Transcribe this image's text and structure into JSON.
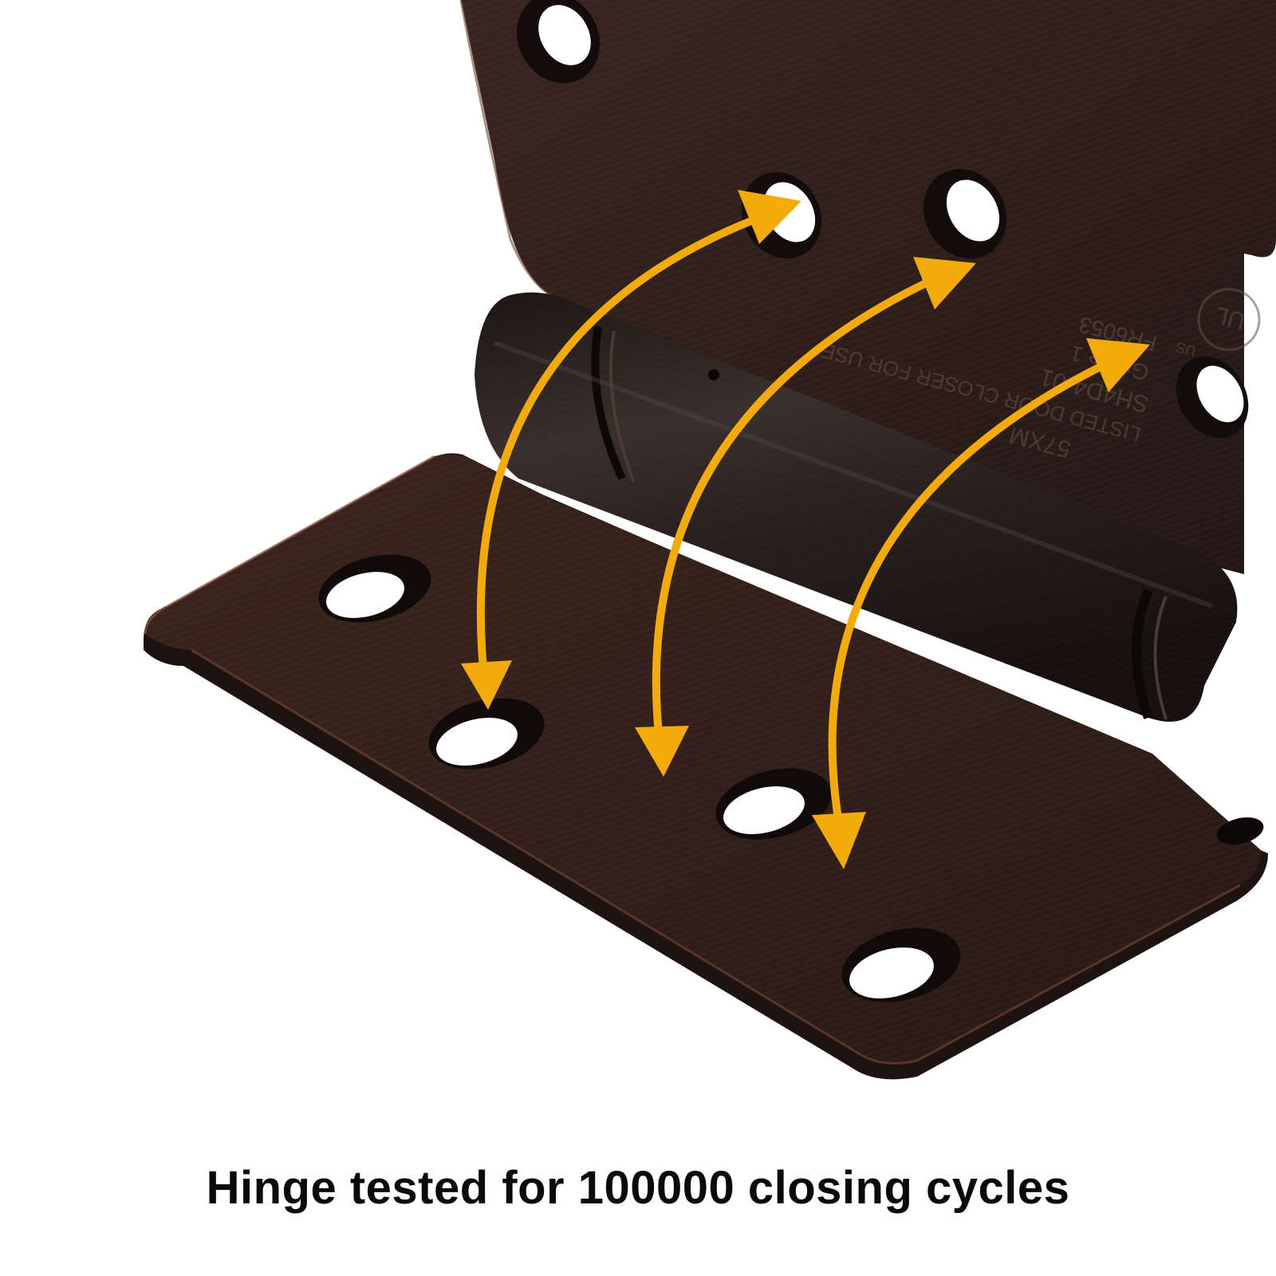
{
  "caption": "Hinge tested for 100000 closing cycles",
  "stamp_lines": [
    "UL",
    "US",
    "FR6053",
    "Grade 1",
    "SH4D4-01",
    "LISTED DOOR CLOSER FOR USE",
    "57XM"
  ],
  "colors": {
    "background": "#ffffff",
    "leaf_dark": "#2a1a17",
    "leaf_light": "#4a2e26",
    "copper_edge": "#7a4a36",
    "barrel": "#2c221f",
    "arrow": "#f2ab0a",
    "caption_text": "#0a0a0a"
  },
  "icons": [
    "double-headed-arrow-icon"
  ]
}
